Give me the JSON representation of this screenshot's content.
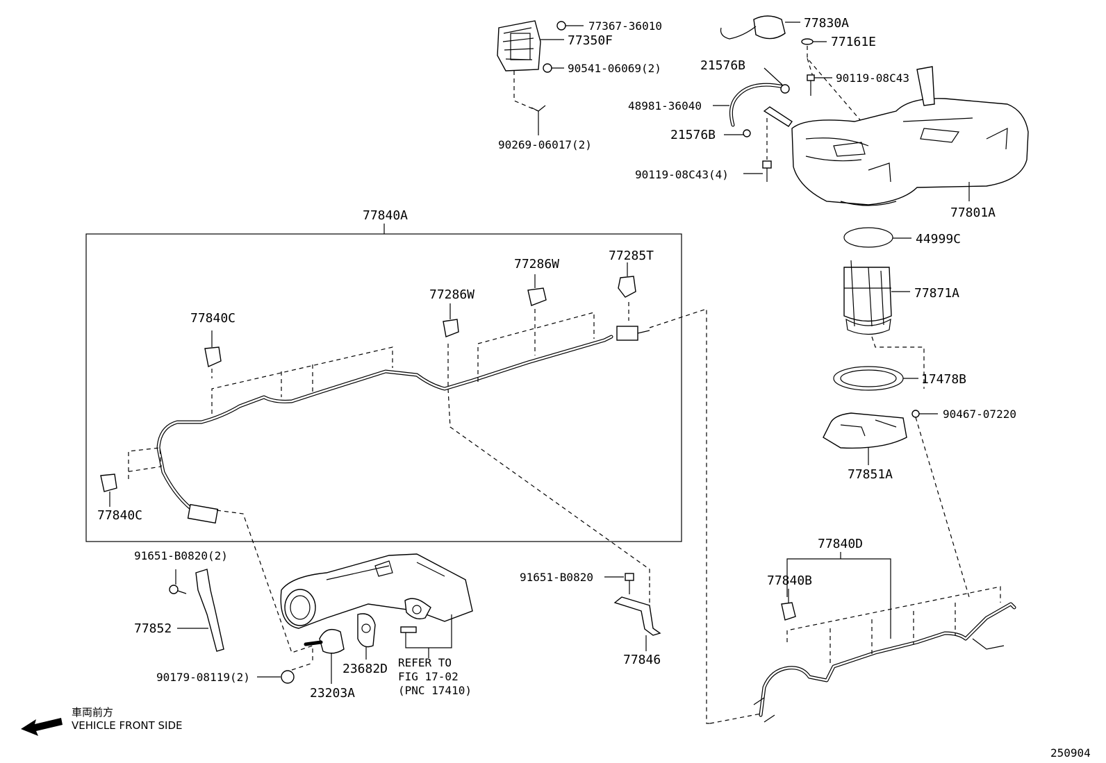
{
  "diagram": {
    "labels": {
      "p77367": "77367-36010",
      "p77350F": "77350F",
      "p90541": "90541-06069(2)",
      "p90269": "90269-06017(2)",
      "p77830A": "77830A",
      "p77161E": "77161E",
      "p21576B_top": "21576B",
      "p90119": "90119-08C43",
      "p48981": "48981-36040",
      "p21576B_mid": "21576B",
      "p90119_4": "90119-08C43(4)",
      "p77801A": "77801A",
      "p77840A": "77840A",
      "p44999C": "44999C",
      "p77871A": "77871A",
      "p77285T": "77285T",
      "p77286W_r": "77286W",
      "p77286W_l": "77286W",
      "p77840C_top": "77840C",
      "p77840C_bot": "77840C",
      "p17478B": "17478B",
      "p90467": "90467-07220",
      "p77851A": "77851A",
      "p77840D": "77840D",
      "p77840B": "77840B",
      "p91651_2": "91651-B0820(2)",
      "p77852": "77852",
      "p90179": "90179-08119(2)",
      "p23203A": "23203A",
      "p23682D": "23682D",
      "p91651": "91651-B0820",
      "p77846": "77846"
    },
    "refer": {
      "line1": "REFER TO",
      "line2": "FIG 17-02",
      "line3": "(PNC 17410)"
    },
    "direction": {
      "jp": "車両前方",
      "en": "VEHICLE FRONT SIDE"
    },
    "figure_id": "250904"
  }
}
